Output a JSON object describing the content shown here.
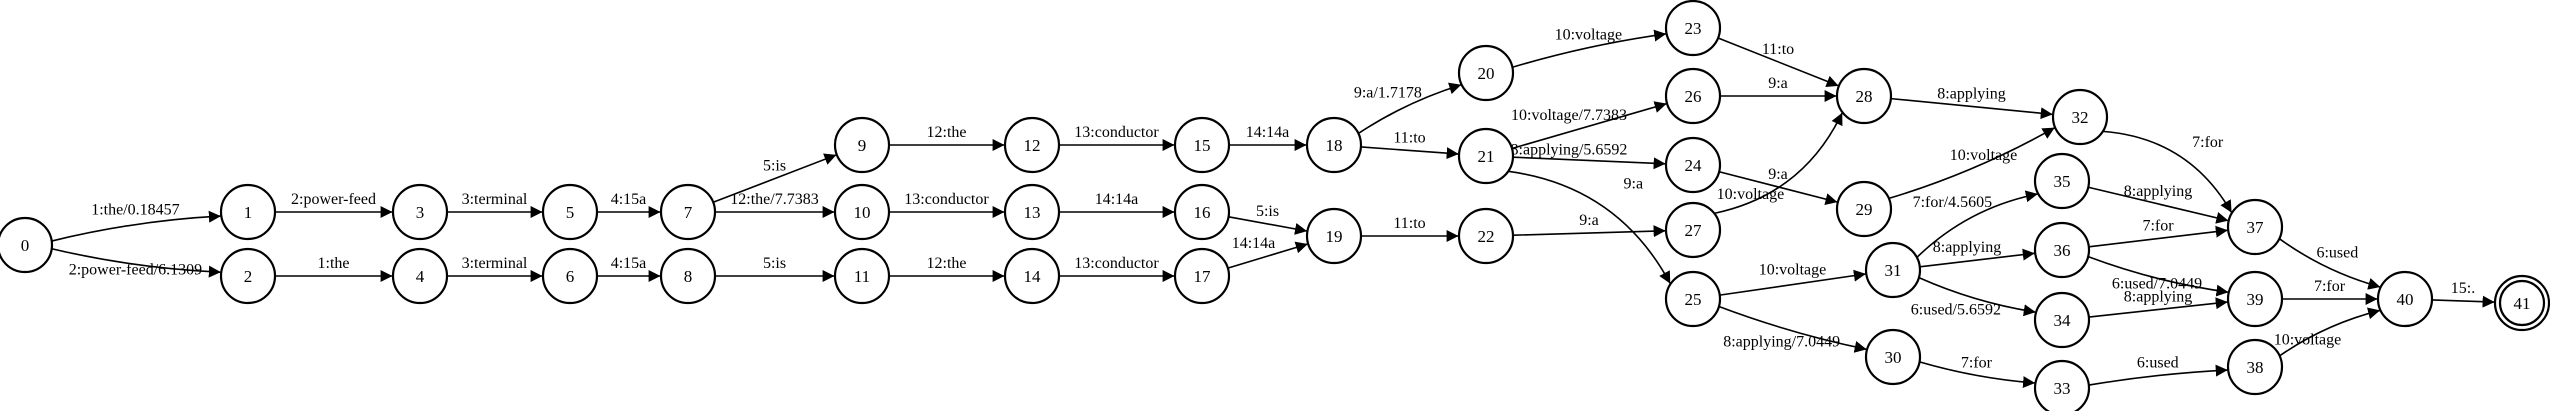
{
  "nodes": [
    {
      "id": "0",
      "kind": "start"
    },
    {
      "id": "1"
    },
    {
      "id": "2"
    },
    {
      "id": "3"
    },
    {
      "id": "4"
    },
    {
      "id": "5"
    },
    {
      "id": "6"
    },
    {
      "id": "7"
    },
    {
      "id": "8"
    },
    {
      "id": "9"
    },
    {
      "id": "10"
    },
    {
      "id": "11"
    },
    {
      "id": "12"
    },
    {
      "id": "13"
    },
    {
      "id": "14"
    },
    {
      "id": "15"
    },
    {
      "id": "16"
    },
    {
      "id": "17"
    },
    {
      "id": "18"
    },
    {
      "id": "19"
    },
    {
      "id": "20"
    },
    {
      "id": "21"
    },
    {
      "id": "22"
    },
    {
      "id": "23"
    },
    {
      "id": "24"
    },
    {
      "id": "25"
    },
    {
      "id": "26"
    },
    {
      "id": "27"
    },
    {
      "id": "28"
    },
    {
      "id": "29"
    },
    {
      "id": "30"
    },
    {
      "id": "31"
    },
    {
      "id": "32"
    },
    {
      "id": "33"
    },
    {
      "id": "34"
    },
    {
      "id": "35"
    },
    {
      "id": "36"
    },
    {
      "id": "37"
    },
    {
      "id": "38"
    },
    {
      "id": "39"
    },
    {
      "id": "40"
    },
    {
      "id": "41",
      "kind": "final"
    }
  ],
  "edges": [
    {
      "from": "0",
      "to": "1",
      "label": "1:the/0.18457"
    },
    {
      "from": "0",
      "to": "2",
      "label": "2:power-feed/6.1309"
    },
    {
      "from": "1",
      "to": "3",
      "label": "2:power-feed"
    },
    {
      "from": "2",
      "to": "4",
      "label": "1:the"
    },
    {
      "from": "3",
      "to": "5",
      "label": "3:terminal"
    },
    {
      "from": "4",
      "to": "6",
      "label": "3:terminal"
    },
    {
      "from": "5",
      "to": "7",
      "label": "4:15a"
    },
    {
      "from": "6",
      "to": "8",
      "label": "4:15a"
    },
    {
      "from": "7",
      "to": "9",
      "label": "5:is"
    },
    {
      "from": "7",
      "to": "10",
      "label": "12:the/7.7383"
    },
    {
      "from": "8",
      "to": "11",
      "label": "5:is"
    },
    {
      "from": "9",
      "to": "12",
      "label": "12:the"
    },
    {
      "from": "10",
      "to": "13",
      "label": "13:conductor"
    },
    {
      "from": "11",
      "to": "14",
      "label": "12:the"
    },
    {
      "from": "12",
      "to": "15",
      "label": "13:conductor"
    },
    {
      "from": "13",
      "to": "16",
      "label": "14:14a"
    },
    {
      "from": "14",
      "to": "17",
      "label": "13:conductor"
    },
    {
      "from": "15",
      "to": "18",
      "label": "14:14a"
    },
    {
      "from": "16",
      "to": "19",
      "label": "5:is"
    },
    {
      "from": "17",
      "to": "19",
      "label": "14:14a"
    },
    {
      "from": "18",
      "to": "20",
      "label": "9:a/1.7178"
    },
    {
      "from": "18",
      "to": "21",
      "label": "11:to"
    },
    {
      "from": "19",
      "to": "22",
      "label": "11:to"
    },
    {
      "from": "20",
      "to": "23",
      "label": "10:voltage"
    },
    {
      "from": "21",
      "to": "26",
      "label": "10:voltage/7.7383"
    },
    {
      "from": "21",
      "to": "24",
      "label": "8:applying/5.6592"
    },
    {
      "from": "21",
      "to": "25",
      "label": "9:a"
    },
    {
      "from": "22",
      "to": "27",
      "label": "9:a"
    },
    {
      "from": "23",
      "to": "28",
      "label": "11:to"
    },
    {
      "from": "26",
      "to": "28",
      "label": "9:a"
    },
    {
      "from": "24",
      "to": "29",
      "label": "9:a"
    },
    {
      "from": "27",
      "to": "28",
      "label": "10:voltage"
    },
    {
      "from": "28",
      "to": "32",
      "label": "8:applying"
    },
    {
      "from": "29",
      "to": "32",
      "label": "10:voltage"
    },
    {
      "from": "25",
      "to": "31",
      "label": "10:voltage"
    },
    {
      "from": "25",
      "to": "30",
      "label": "8:applying/7.0449"
    },
    {
      "from": "31",
      "to": "35",
      "label": "7:for/4.5605"
    },
    {
      "from": "31",
      "to": "36",
      "label": "8:applying"
    },
    {
      "from": "31",
      "to": "34",
      "label": "6:used/5.6592"
    },
    {
      "from": "30",
      "to": "33",
      "label": "7:for"
    },
    {
      "from": "32",
      "to": "37",
      "label": "7:for"
    },
    {
      "from": "35",
      "to": "37",
      "label": "8:applying"
    },
    {
      "from": "36",
      "to": "37",
      "label": "7:for"
    },
    {
      "from": "36",
      "to": "39",
      "label": "6:used/7.0449"
    },
    {
      "from": "34",
      "to": "39",
      "label": "8:applying"
    },
    {
      "from": "33",
      "to": "38",
      "label": "6:used"
    },
    {
      "from": "37",
      "to": "40",
      "label": "6:used"
    },
    {
      "from": "39",
      "to": "40",
      "label": "7:for"
    },
    {
      "from": "38",
      "to": "40",
      "label": "10:voltage"
    },
    {
      "from": "40",
      "to": "41",
      "label": "15:."
    }
  ]
}
